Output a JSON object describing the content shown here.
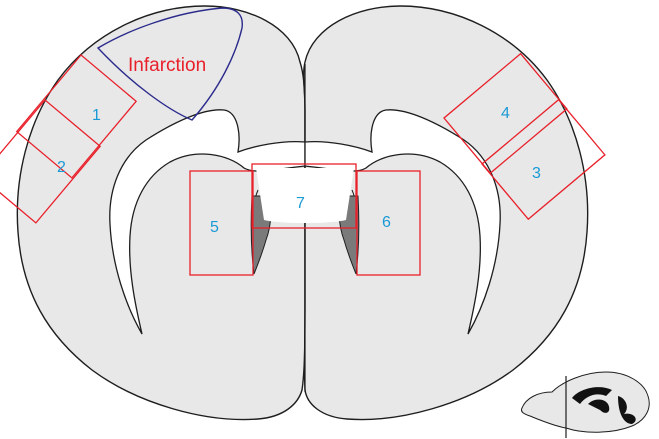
{
  "figure": {
    "infarction_label": "Infarction",
    "region_labels": [
      "1",
      "2",
      "3",
      "4",
      "5",
      "6",
      "7"
    ]
  },
  "colors": {
    "brain_fill": "#e8e8e8",
    "outline": "#1e1e1e",
    "infarct_outline": "#2b2b8c",
    "roi_box": "#e8202a",
    "region_label": "#1a9ad6",
    "ventricle_fill": "#7a7a7a",
    "white_matter": "#ffffff"
  },
  "icons": {
    "inset": "sagittal-brain-thumbnail-icon"
  }
}
